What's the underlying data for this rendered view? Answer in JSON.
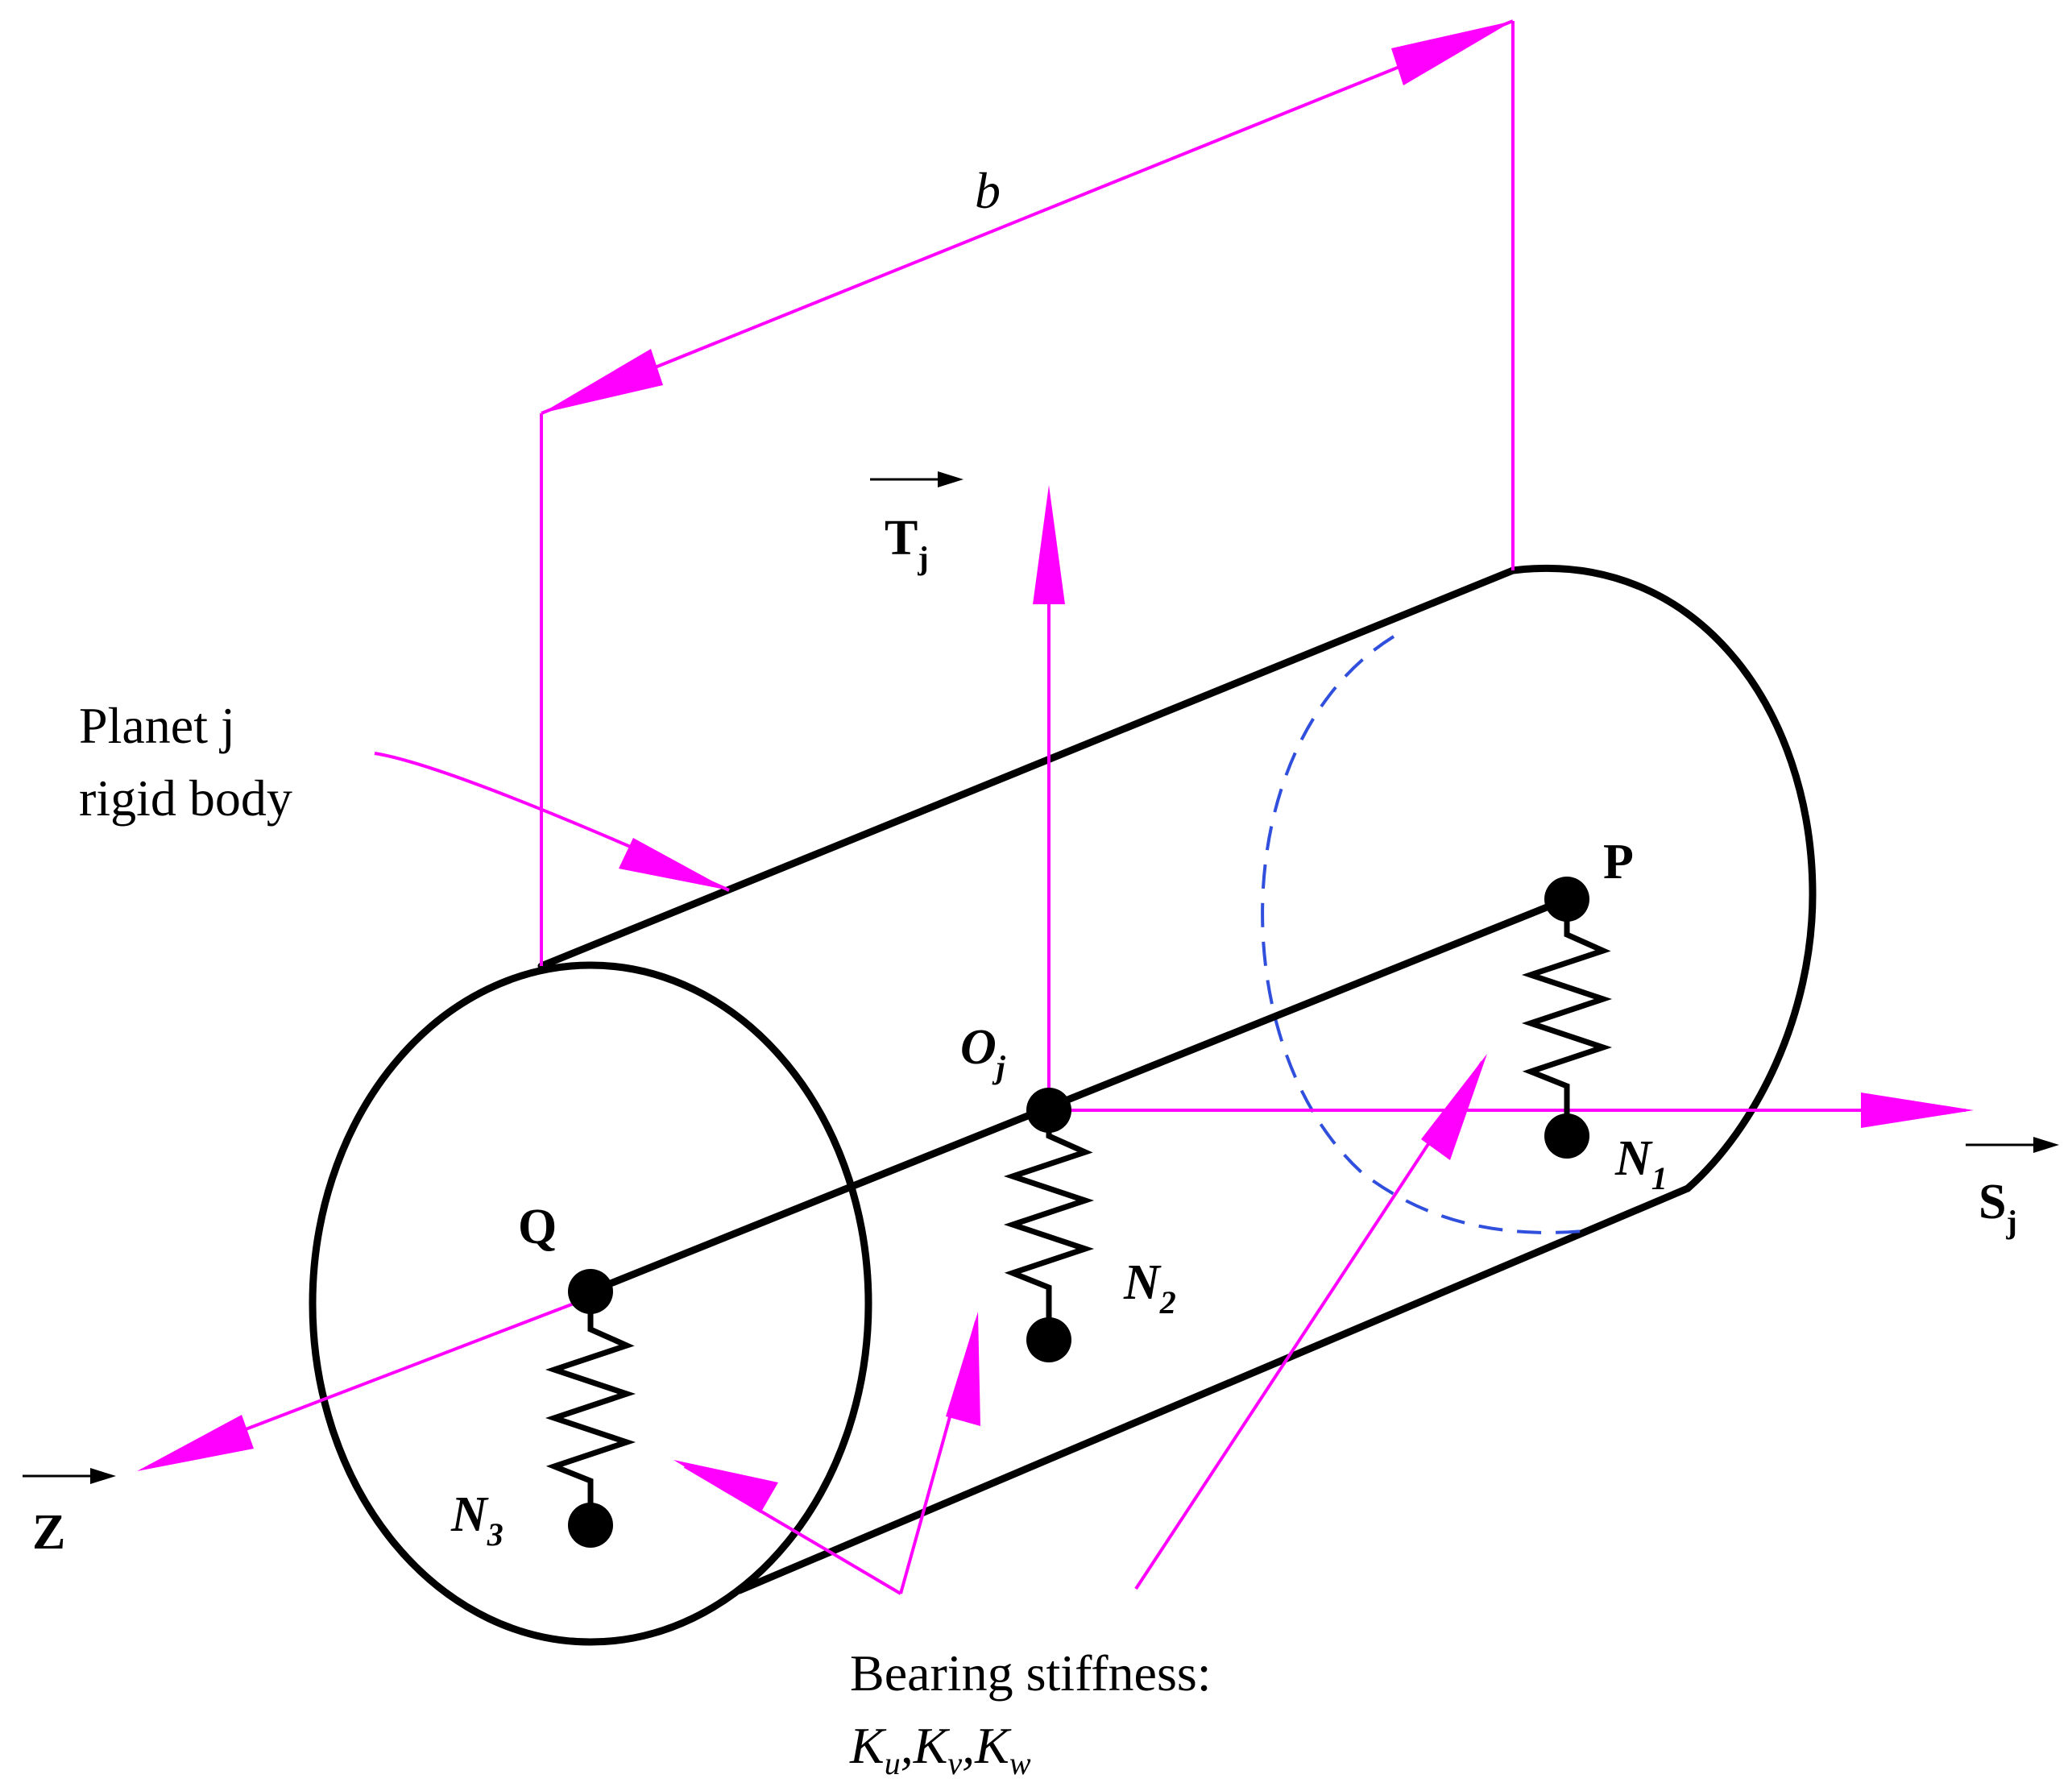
{
  "labels": {
    "dimension_b": "b",
    "axis_t": "T",
    "axis_t_sub": "j",
    "axis_s": "S",
    "axis_s_sub": "j",
    "axis_z": "Z",
    "point_p": "P",
    "point_q": "Q",
    "point_o": "O",
    "point_o_sub": "j",
    "node_n1": "N",
    "node_n1_sub": "1",
    "node_n2": "N",
    "node_n2_sub": "2",
    "node_n3": "N",
    "node_n3_sub": "3"
  },
  "annotations": {
    "planet_line1": "Planet j",
    "planet_line2": "rigid body",
    "bearing_line1": "Bearing stiffness:",
    "k_u_main": "K",
    "k_u_sub": "u",
    "k_v_main": "K",
    "k_v_sub": "v",
    "k_w_main": "K",
    "k_w_sub": "w",
    "separator": ","
  },
  "colors": {
    "outline": "#000000",
    "annotation": "#ff00ff",
    "hidden_edge": "#2f4fdc"
  }
}
